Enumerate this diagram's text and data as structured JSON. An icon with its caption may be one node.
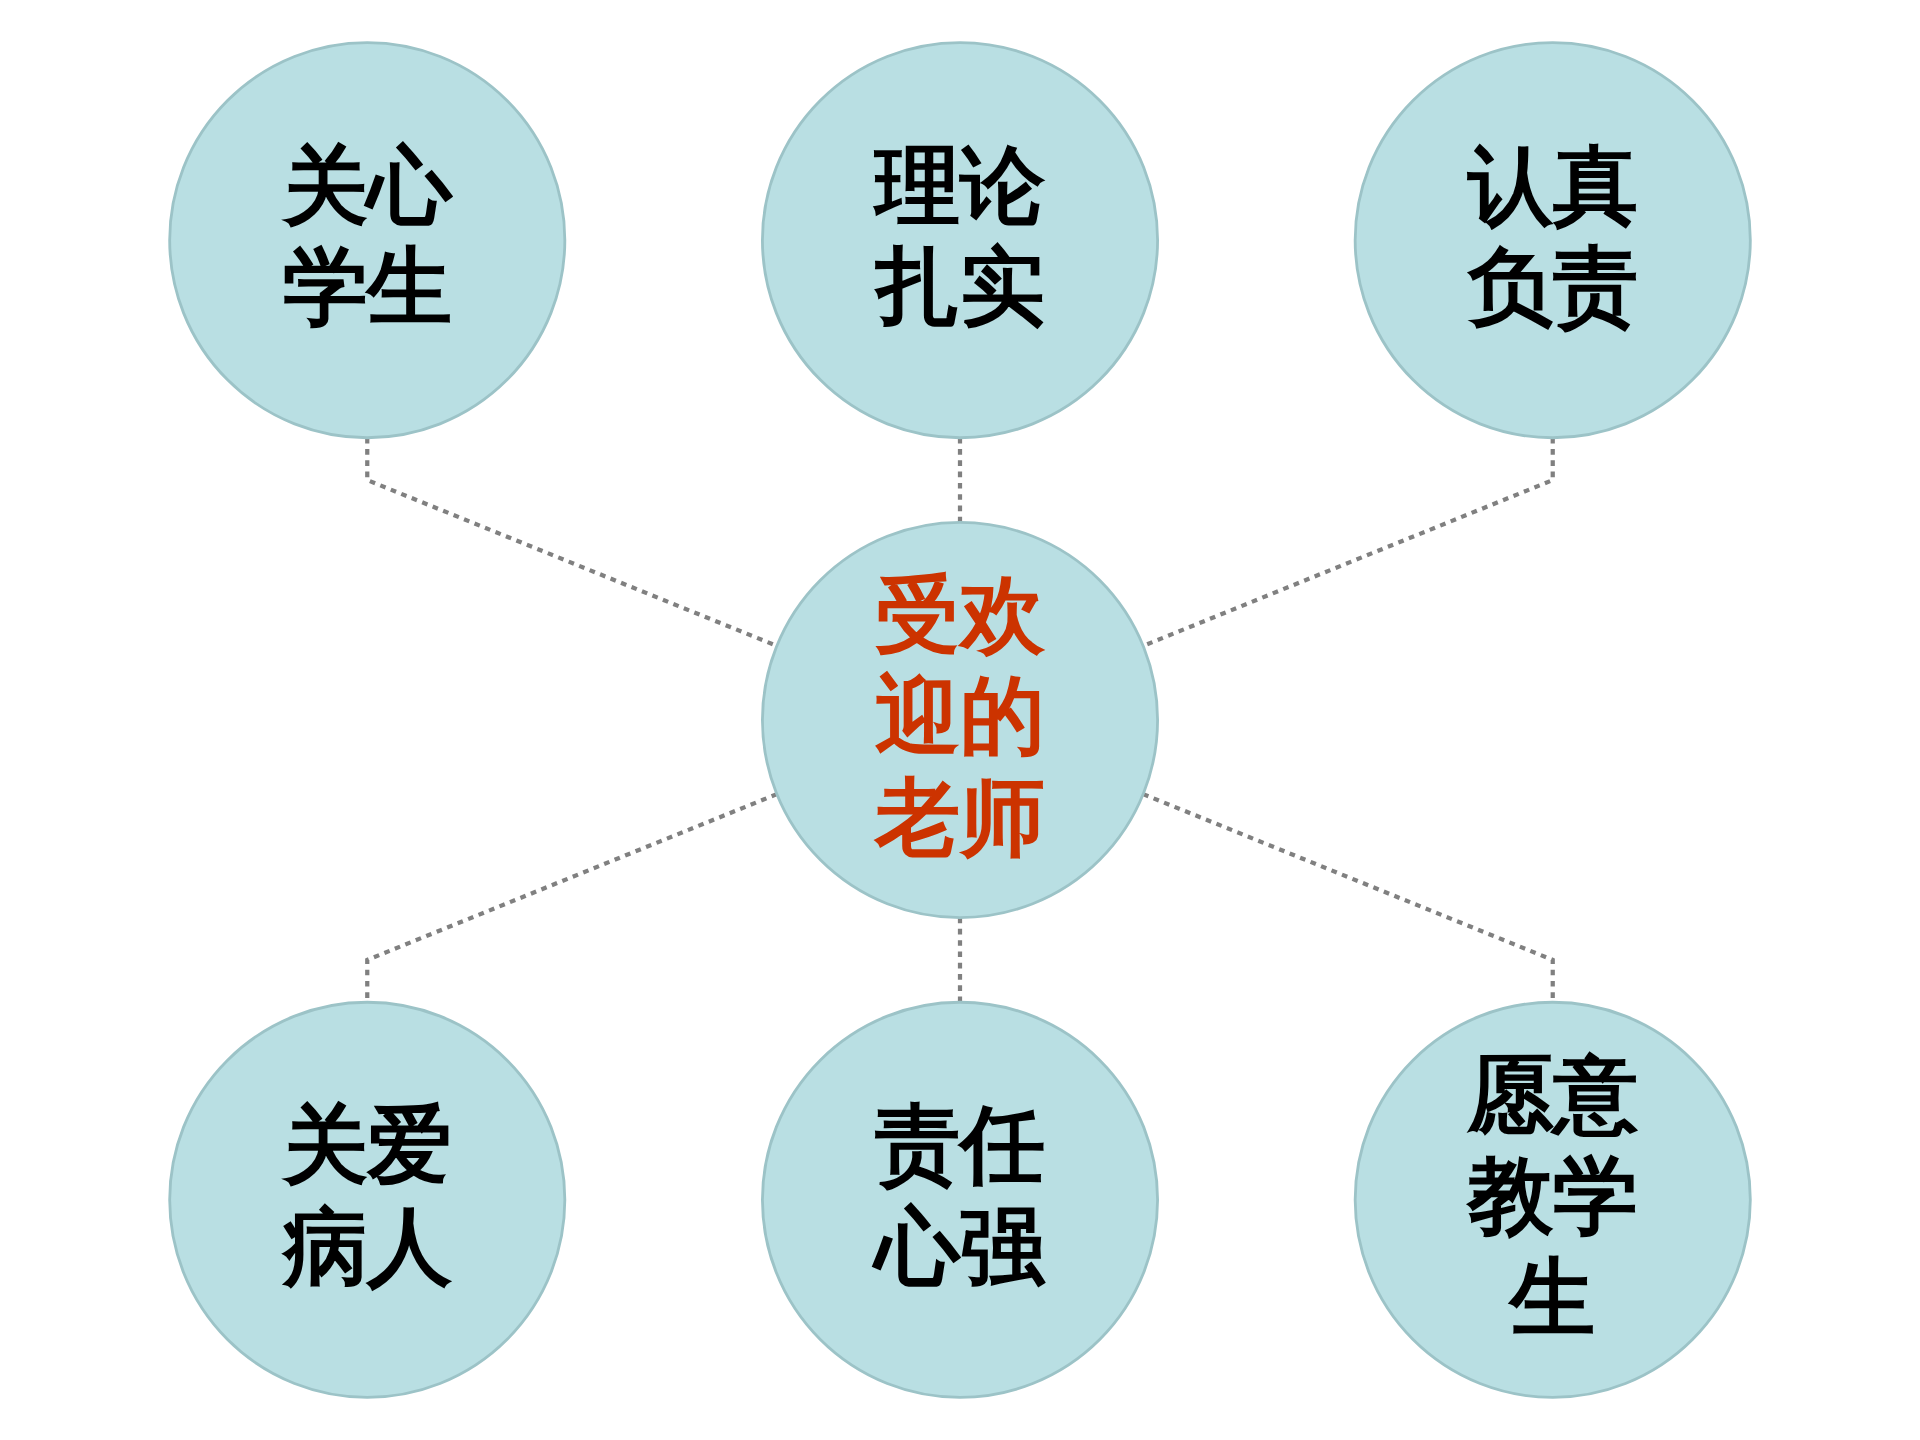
{
  "diagram": {
    "nodes": [
      {
        "text": [
          "理论扎实"
        ]
      },
      {
        "text": [
          "关心学生"
        ]
      },
      {
        "text": [
          "认真负责"
        ]
      },
      {
        "text": [
          "受欢迎的老师"
        ]
      },
      {
        "text": [
          "关爱病人"
        ]
      },
      {
        "text": [
          "愿意教学生"
        ]
      },
      {
        "text": [
          "责任心强"
        ]
      }
    ],
    "edges": [
      {
        "from": 1,
        "to": 3,
        "arrow": "none",
        "style": "dashed"
      },
      {
        "from": 0,
        "to": 3,
        "arrow": "none",
        "style": "dashed"
      },
      {
        "from": 2,
        "to": 3,
        "arrow": "none",
        "style": "dashed"
      },
      {
        "from": 3,
        "to": 4,
        "arrow": "none",
        "style": "dashed"
      },
      {
        "from": 3,
        "to": 6,
        "arrow": "none",
        "style": "dashed"
      },
      {
        "from": 3,
        "to": 5,
        "arrow": "none",
        "style": "dashed"
      }
    ]
  }
}
